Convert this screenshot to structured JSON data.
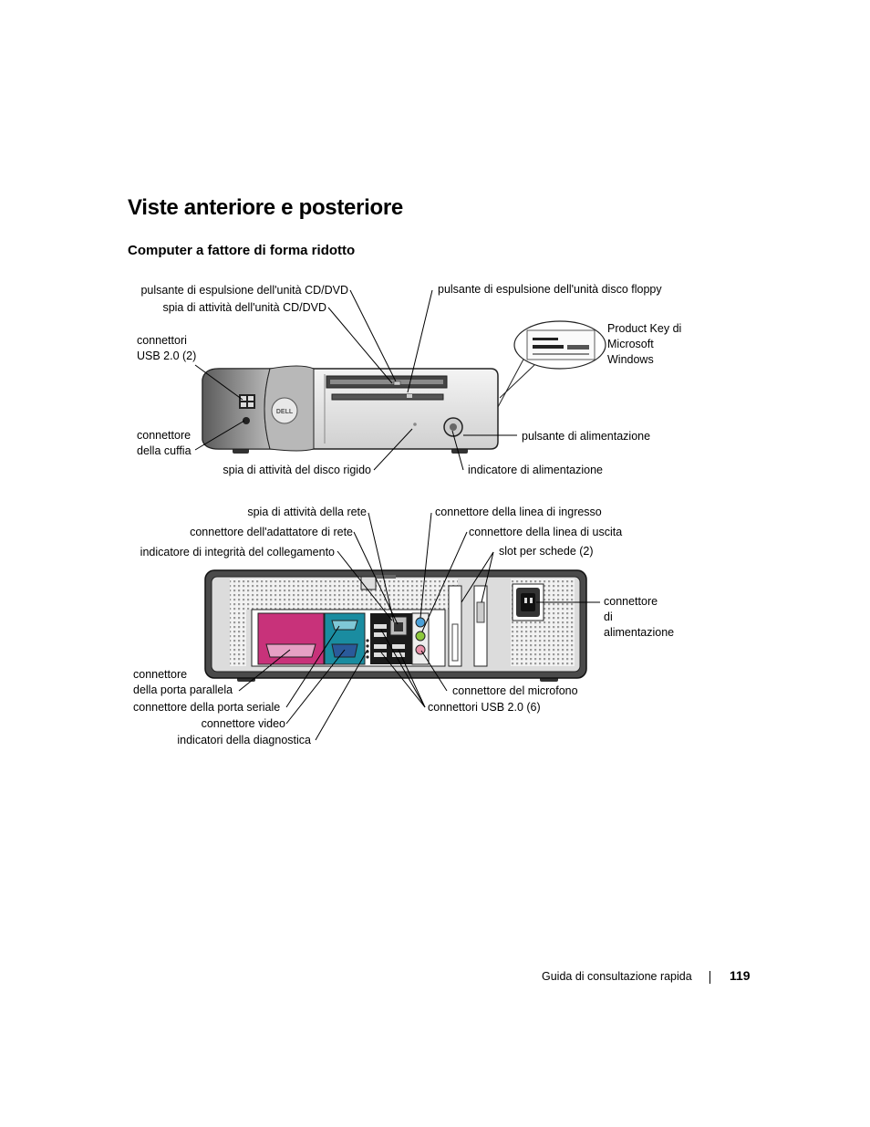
{
  "page": {
    "title": "Viste anteriore e posteriore",
    "subtitle": "Computer a fattore di forma ridotto",
    "footer_text": "Guida di consultazione rapida",
    "page_number": "119"
  },
  "front_view": {
    "brand_logo": "DELL",
    "labels": {
      "cd_eject": "pulsante di espulsione dell'unità CD/DVD",
      "cd_activity": "spia di attività dell'unità CD/DVD",
      "floppy_eject": "pulsante di espulsione dell'unità disco floppy",
      "usb_front_1": "connettori",
      "usb_front_2": "USB 2.0 (2)",
      "product_key_1": "Product Key di",
      "product_key_2": "Microsoft",
      "product_key_3": "Windows",
      "headphone_1": "connettore",
      "headphone_2": "della cuffia",
      "power_button": "pulsante di alimentazione",
      "hdd_activity": "spia di attività del disco rigido",
      "power_indicator": "indicatore di alimentazione"
    }
  },
  "back_view": {
    "labels": {
      "net_activity": "spia di attività della rete",
      "line_in": "connettore della linea di ingresso",
      "net_adapter": "connettore dell'adattatore di rete",
      "line_out": "connettore della linea di uscita",
      "link_integrity": "indicatore di integrità del collegamento",
      "card_slots": "slot per schede (2)",
      "power_conn_1": "connettore",
      "power_conn_2": "di",
      "power_conn_3": "alimentazione",
      "parallel_1": "connettore",
      "parallel_2": "della porta parallela",
      "serial": "connettore della porta seriale",
      "video": "connettore video",
      "diagnostics": "indicatori della diagnostica",
      "microphone": "connettore del microfono",
      "usb_back": "connettori USB 2.0 (6)"
    }
  },
  "colors": {
    "parallel_port": "#c8327a",
    "serial_video_port": "#1a8ca0",
    "line_in": "#4aa0d8",
    "line_out": "#8cc83c",
    "microphone": "#e890a8",
    "chassis_dark": "#3a3a3a",
    "chassis_light": "#e6e6e6"
  }
}
